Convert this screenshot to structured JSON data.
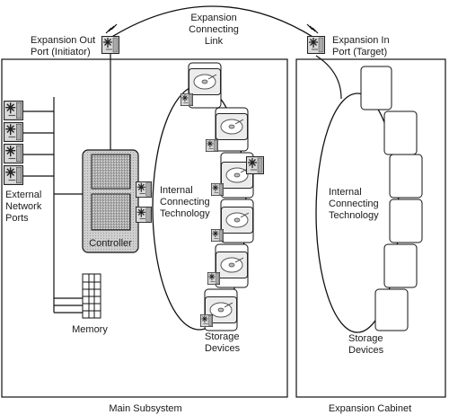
{
  "expansion_link": {
    "line1": "Expansion",
    "line2": "Connecting",
    "line3": "Link"
  },
  "expansion_out_port": {
    "line1": "Expansion Out",
    "line2": "Port (Initiator)"
  },
  "expansion_in_port": {
    "line1": "Expansion In",
    "line2": "Port (Target)"
  },
  "main_subsystem": {
    "label": "Main Subsystem",
    "external_ports": {
      "line1": "External",
      "line2": "Network",
      "line3": "Ports"
    },
    "controller": "Controller",
    "memory": "Memory",
    "internal_tech": {
      "line1": "Internal",
      "line2": "Connecting",
      "line3": "Technology"
    },
    "storage": {
      "line1": "Storage",
      "line2": "Devices"
    }
  },
  "expansion_cabinet": {
    "label": "Expansion Cabinet",
    "internal_tech": {
      "line1": "Internal",
      "line2": "Connecting",
      "line3": "Technology"
    },
    "storage": {
      "line1": "Storage",
      "line2": "Devices"
    }
  },
  "icons": {
    "port": "network-port-icon",
    "disk": "disk-drive-icon",
    "controller": "controller-chip-icon",
    "memory": "memory-grid-icon"
  }
}
